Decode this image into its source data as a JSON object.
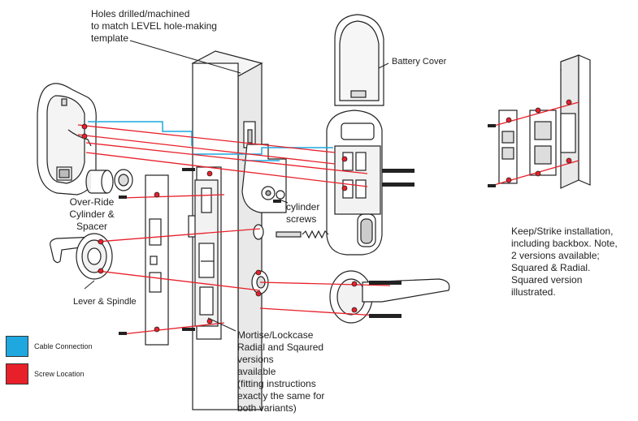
{
  "labels": {
    "holes_note": "Holes drilled/machined\nto match LEVEL hole-making\ntemplate",
    "battery_cover": "Battery Cover",
    "override": "Over-Ride\nCylinder &\nSpacer",
    "lever_spindle": "Lever & Spindle",
    "cylinder_screws": "cylinder\nscrews",
    "mortise": "Mortise/Lockcase\nRadial and Sqaured\nversions\navailable\n(fitting instructions\nexactly the same for\nboth variants)",
    "keep_strike": "Keep/Strike installation,\nincluding backbox. Note,\n2 versions available;\nSquared & Radial.\nSquared version\nillustrated."
  },
  "legend": [
    {
      "label": "Cable Connection",
      "color": "#1fa7e0"
    },
    {
      "label": "Screw Location",
      "color": "#e8202a"
    }
  ],
  "colors": {
    "cable": "#1fa7e0",
    "screw_line": "#e8202a",
    "screw_dot": "#e8202a",
    "outline": "#222222"
  }
}
